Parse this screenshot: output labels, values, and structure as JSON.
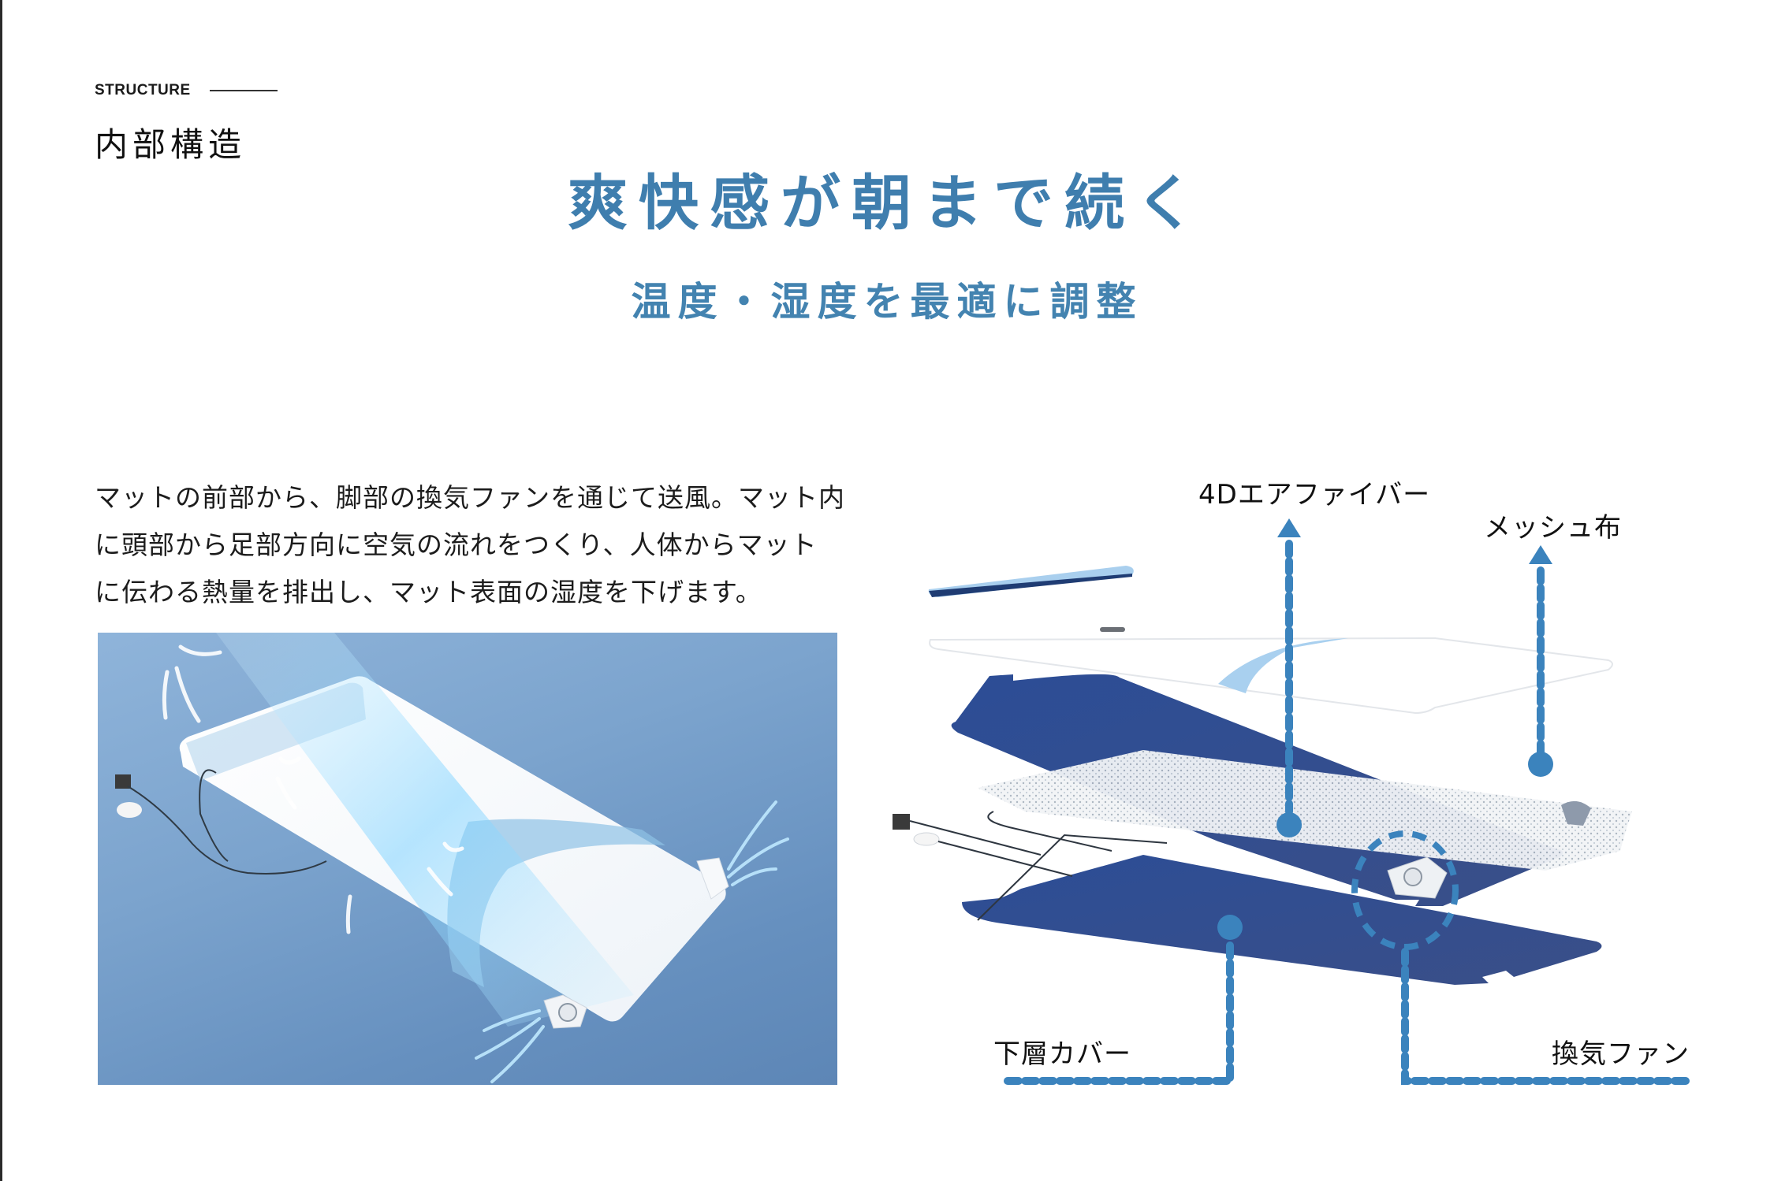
{
  "section": {
    "eyebrow": "STRUCTURE",
    "title": "内部構造"
  },
  "hero": {
    "headline": "爽快感が朝まで続く",
    "subheadline": "温度・湿度を最適に調整"
  },
  "description": {
    "lines": [
      "マットの前部から、脚部の換気ファンを通じて送風。マット内",
      "に頭部から足部方向に空気の流れをつくり、人体からマット",
      "に伝わる熱量を排出し、マット表面の湿度を下げます。"
    ]
  },
  "photo": {
    "subject": "airflow-mat-illustration"
  },
  "diagram": {
    "labels": {
      "air_fiber": "4Dエアファイバー",
      "mesh_cloth": "メッシュ布",
      "bottom_cover": "下層カバー",
      "vent_fan": "換気ファン"
    }
  },
  "colors": {
    "accent_blue": "#3f7eae",
    "callout_blue": "#3b83bd",
    "cover_navy": "#2f4a8f",
    "photo_bg": "#7ba3cd"
  }
}
